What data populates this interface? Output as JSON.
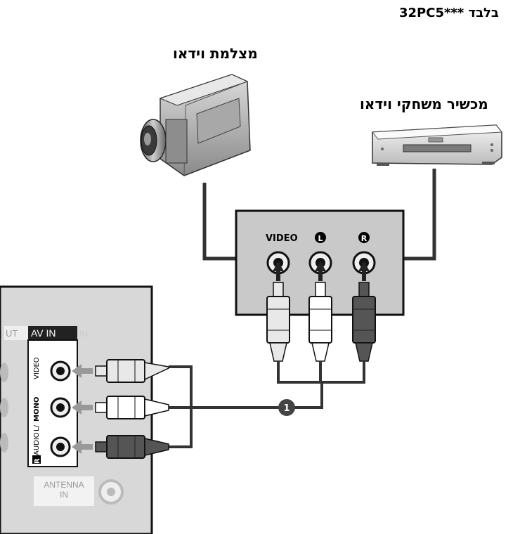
{
  "header": {
    "model_note": "32PC5*** בלבד"
  },
  "devices": {
    "camera_label": "מצלמת וידאו",
    "vcr_label": "מכשיר משחקי וידאו"
  },
  "device_panel": {
    "video_label": "VIDEO",
    "left_mark": "L",
    "right_mark": "R"
  },
  "tv_panel": {
    "av_in_label": "AV IN",
    "av_in_suffix": "IN",
    "out_label": "UT",
    "video_label": "VIDEO",
    "audio_label": "AUDIO",
    "mono_label": "MONO",
    "l_label": "L/",
    "r_badge": "R",
    "antenna_label_line1": "ANTENNA",
    "antenna_label_line2": "IN"
  },
  "cable_marker": "1",
  "colors": {
    "panel_fill": "#c9c9c9",
    "tv_fill": "#d8d8d8",
    "cable_yellow": "#e8e8e8",
    "cable_white": "#ffffff",
    "cable_red": "#555555",
    "line": "#333333"
  }
}
